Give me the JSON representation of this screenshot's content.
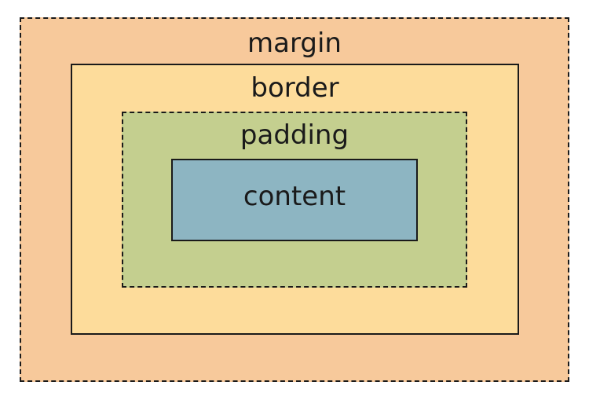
{
  "layers": {
    "margin": {
      "label": "margin",
      "color": "#f7c99b"
    },
    "border": {
      "label": "border",
      "color": "#fddc9b"
    },
    "padding": {
      "label": "padding",
      "color": "#c4cf8f"
    },
    "content": {
      "label": "content",
      "color": "#8db5c2"
    }
  }
}
